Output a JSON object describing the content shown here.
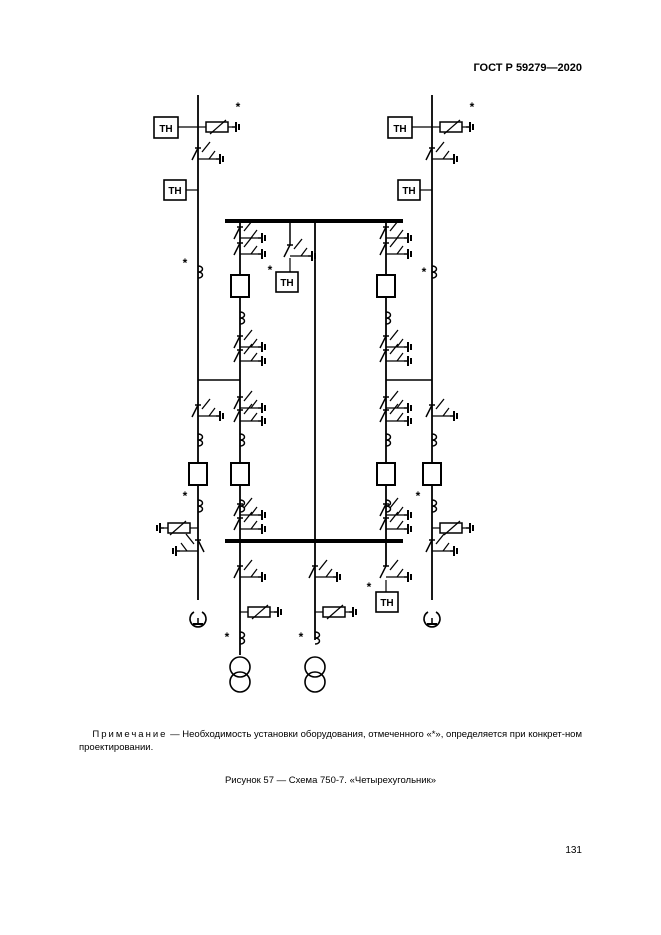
{
  "header": {
    "standard": "ГОСТ Р 59279—2020"
  },
  "diagram": {
    "tn_label": "ТН",
    "star": "*"
  },
  "note": {
    "lead": "Примечание",
    "text": " — Необходимость установки оборудования, отмеченного «*», определяется при конкрет-ном проектировании."
  },
  "caption": "Рисунок 57 — Схема 750-7. «Четырехугольник»",
  "page_number": "131"
}
